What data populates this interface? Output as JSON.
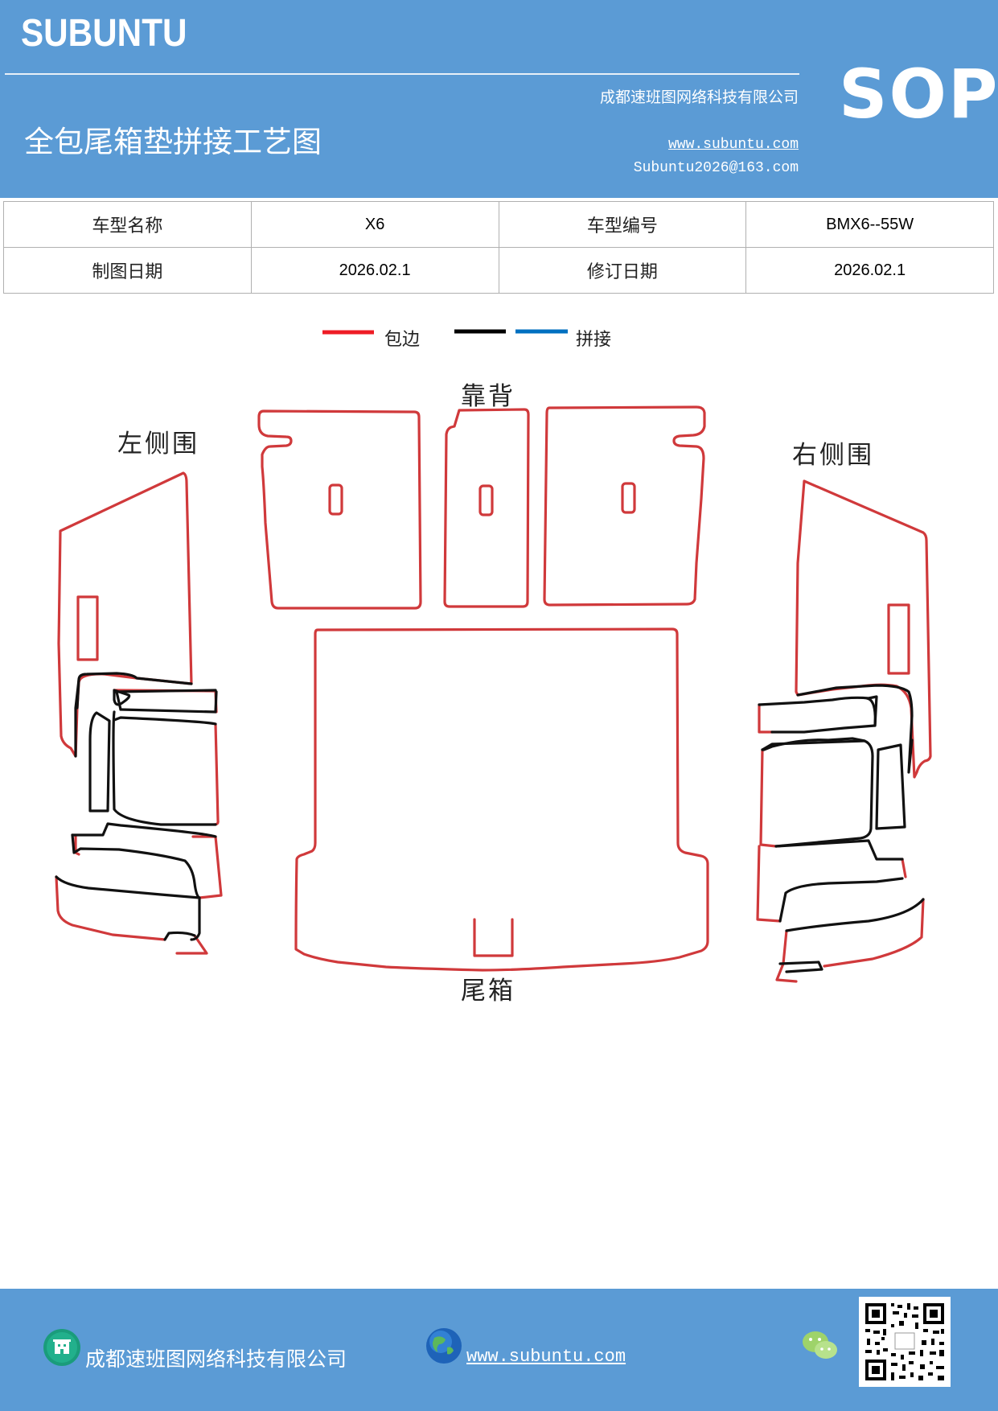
{
  "header": {
    "brand": "SUBUNTU",
    "company": "成都速班图网络科技有限公司",
    "title": "全包尾箱垫拼接工艺图",
    "website": "www.subuntu.com",
    "email": "Subuntu2026@163.com",
    "badge": "SOP"
  },
  "info_table": {
    "model_name_label": "车型名称",
    "model_name": "X6",
    "model_code_label": "车型编号",
    "model_code": "BMX6--55W",
    "draw_date_label": "制图日期",
    "draw_date": "2026.02.1",
    "revise_date_label": "修订日期",
    "revise_date": "2026.02.1"
  },
  "legend": {
    "edge_label": "包边",
    "splice_label": "拼接",
    "colors": {
      "edge": "#ee1c25",
      "black": "#000000",
      "splice": "#0070c0"
    }
  },
  "parts": {
    "left_side": "左侧围",
    "back": "靠背",
    "right_side": "右侧围",
    "trunk": "尾箱"
  },
  "footer": {
    "company": "成都速班图网络科技有限公司",
    "website": "www.subuntu.com",
    "icons": [
      "building-icon",
      "globe-icon",
      "wechat-icon",
      "qr-code"
    ]
  }
}
